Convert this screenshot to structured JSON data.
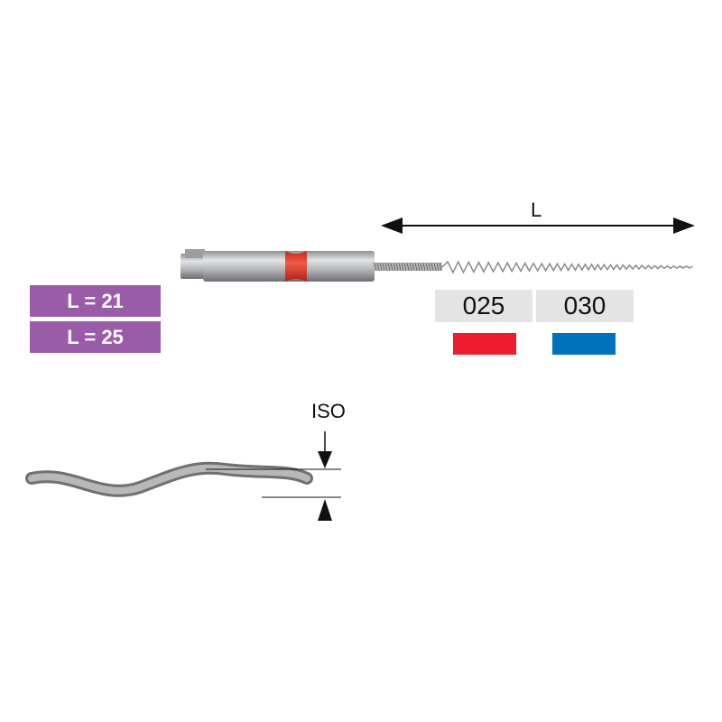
{
  "dimension_label": "L",
  "lengths": [
    {
      "label": "L = 21"
    },
    {
      "label": "L = 25"
    }
  ],
  "sizes": [
    {
      "label": "025",
      "color": "#ed1c2e"
    },
    {
      "label": "030",
      "color": "#0071bc"
    }
  ],
  "iso_label": "ISO",
  "colors": {
    "handle_band": "#ee3a2e",
    "length_badge": "#9a5ba8"
  }
}
